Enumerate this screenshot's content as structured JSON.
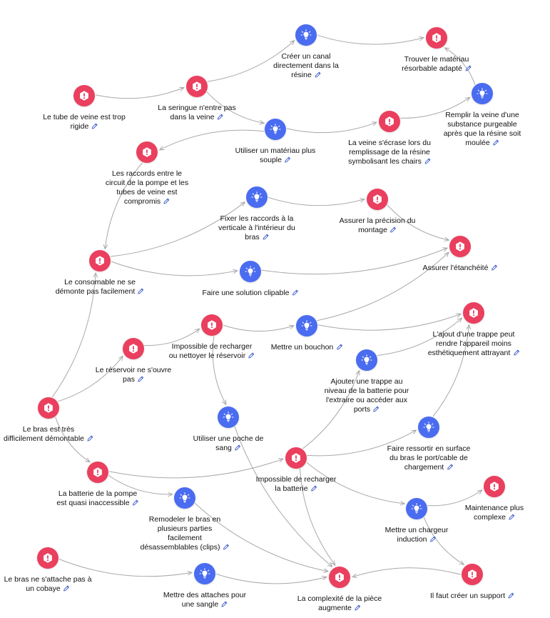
{
  "colors": {
    "problem": "#ea3f5e",
    "idea": "#4a6cf0",
    "edge": "#a8a8a8",
    "pencil": "#3a5ccc"
  },
  "icons": {
    "problem": "exclamation-hexagon-icon",
    "idea": "lightbulb-icon",
    "edit": "pencil-icon"
  },
  "nodes": [
    {
      "id": "n1",
      "type": "problem",
      "label": "Le tube de veine est trop rigide",
      "lines": [
        "Le tube de veine est trop",
        "rigide"
      ]
    },
    {
      "id": "n2",
      "type": "problem",
      "label": "La seringue n'entre pas dans la veine",
      "lines": [
        "La seringue n'entre pas",
        "dans la veine"
      ]
    },
    {
      "id": "n3",
      "type": "idea",
      "label": "Créer un canal directement dans la résine",
      "lines": [
        "Créer un canal",
        "directement dans la",
        "résine"
      ]
    },
    {
      "id": "n4",
      "type": "problem",
      "label": "Trouver le matériau résorbable adapté",
      "lines": [
        "Trouver le matériau",
        "résorbable adapté"
      ]
    },
    {
      "id": "n5",
      "type": "idea",
      "label": "Remplir la veine d'une substance purgeable après que la résine soit moulée",
      "lines": [
        "Remplir la veine d'une",
        "substance purgeable",
        "après que la résine soit",
        "moulée"
      ]
    },
    {
      "id": "n6",
      "type": "idea",
      "label": "Utiliser un matériau plus souple",
      "lines": [
        "Utiliser un matériau plus",
        "souple"
      ]
    },
    {
      "id": "n7",
      "type": "problem",
      "label": "La veine s'écrase lors du remplissage de la résine symbolisant les chairs",
      "lines": [
        "La veine s'écrase lors du",
        "remplissage de la résine",
        "symbolisant les chairs"
      ]
    },
    {
      "id": "n8",
      "type": "problem",
      "label": "Les raccords entre le circuit de la pompe et les tubes de veine est compromis",
      "lines": [
        "Les raccords entre le",
        "circuit de la pompe et les",
        "tubes de veine est",
        "compromis"
      ]
    },
    {
      "id": "n9",
      "type": "idea",
      "label": "Fixer les raccords à la verticale à l'intérieur du bras",
      "lines": [
        "Fixer les raccords à la",
        "verticale à l'intérieur du",
        "bras"
      ]
    },
    {
      "id": "n10",
      "type": "problem",
      "label": "Assurer la précision du montage",
      "lines": [
        "Assurer la précision du",
        "montage"
      ]
    },
    {
      "id": "n11",
      "type": "problem",
      "label": "Assurer l'étanchéité",
      "lines": [
        "Assurer l'étanchéité"
      ]
    },
    {
      "id": "n12",
      "type": "problem",
      "label": "Le consomable ne se démonte pas facilement",
      "lines": [
        "Le consomable ne se",
        "démonte pas facilement"
      ]
    },
    {
      "id": "n13",
      "type": "idea",
      "label": "Faire une solution clipable",
      "lines": [
        "Faire une solution clipable"
      ]
    },
    {
      "id": "n14",
      "type": "problem",
      "label": "Impossible de recharger ou nettoyer le réservoir",
      "lines": [
        "Impossible de recharger",
        "ou nettoyer le réservoir"
      ]
    },
    {
      "id": "n15",
      "type": "idea",
      "label": "Mettre un bouchon",
      "lines": [
        "Mettre un bouchon"
      ]
    },
    {
      "id": "n16",
      "type": "problem",
      "label": "L'ajout d'une trappe peut rendre l'appareil moins esthétiquement attrayant",
      "lines": [
        "L'ajout d'une trappe peut",
        "rendre l'appareil moins",
        "esthétiquement attrayant"
      ]
    },
    {
      "id": "n17",
      "type": "problem",
      "label": "Le réservoir ne s'ouvre pas",
      "lines": [
        "Le réservoir ne s'ouvre",
        "pas"
      ]
    },
    {
      "id": "n18",
      "type": "idea",
      "label": "Ajouter une trappe au niveau de la batterie pour l'extraire ou accéder aux ports",
      "lines": [
        "Ajouter une trappe au",
        "niveau de la batterie pour",
        "l'extraire ou accéder aux",
        "ports"
      ]
    },
    {
      "id": "n19",
      "type": "problem",
      "label": "Le bras est très difficilement démontable",
      "lines": [
        "Le bras est très",
        "difficilement démontable"
      ]
    },
    {
      "id": "n20",
      "type": "idea",
      "label": "Utiliser une poche de sang",
      "lines": [
        "Utiliser une poche de",
        "sang"
      ]
    },
    {
      "id": "n21",
      "type": "idea",
      "label": "Faire ressortir en surface du bras le port/cable de chargement",
      "lines": [
        "Faire ressortir en surface",
        "du bras le port/cable de",
        "chargement"
      ]
    },
    {
      "id": "n22",
      "type": "problem",
      "label": "Impossible de recharger la batterie",
      "lines": [
        "Impossible de recharger",
        "la batterie"
      ]
    },
    {
      "id": "n23",
      "type": "problem",
      "label": "La batterie de la pompe est quasi inaccessible",
      "lines": [
        "La batterie de la pompe",
        "est quasi inaccessible"
      ]
    },
    {
      "id": "n24",
      "type": "problem",
      "label": "Maintenance plus complexe",
      "lines": [
        "Maintenance plus",
        "complexe"
      ]
    },
    {
      "id": "n25",
      "type": "idea",
      "label": "Remodeler le bras en plusieurs parties facilement désassemblables (clips)",
      "lines": [
        "Remodeler le bras en",
        "plusieurs parties",
        "facilement",
        "désassemblables (clips)"
      ]
    },
    {
      "id": "n26",
      "type": "idea",
      "label": "Mettre un chargeur induction",
      "lines": [
        "Mettre un chargeur",
        "induction"
      ]
    },
    {
      "id": "n27",
      "type": "problem",
      "label": "Le bras ne s'attache pas à un cobaye",
      "lines": [
        "Le bras ne s'attache pas à",
        "un cobaye"
      ]
    },
    {
      "id": "n28",
      "type": "idea",
      "label": "Mettre des attaches pour une sangle",
      "lines": [
        "Mettre des attaches pour",
        "une sangle"
      ]
    },
    {
      "id": "n29",
      "type": "problem",
      "label": "La complexité de la pièce augmente",
      "lines": [
        "La complexité de la pièce",
        "augmente"
      ]
    },
    {
      "id": "n30",
      "type": "problem",
      "label": "Il faut créer un support",
      "lines": [
        "Il faut créer un support"
      ]
    }
  ],
  "edges": [
    [
      "n1",
      "n2"
    ],
    [
      "n2",
      "n3"
    ],
    [
      "n3",
      "n4"
    ],
    [
      "n5",
      "n4"
    ],
    [
      "n2",
      "n6"
    ],
    [
      "n6",
      "n7"
    ],
    [
      "n7",
      "n5"
    ],
    [
      "n6",
      "n8"
    ],
    [
      "n8",
      "n12"
    ],
    [
      "n12",
      "n9"
    ],
    [
      "n9",
      "n10"
    ],
    [
      "n10",
      "n11"
    ],
    [
      "n12",
      "n13"
    ],
    [
      "n13",
      "n11"
    ],
    [
      "n15",
      "n11"
    ],
    [
      "n19",
      "n12"
    ],
    [
      "n19",
      "n17"
    ],
    [
      "n17",
      "n14"
    ],
    [
      "n14",
      "n15"
    ],
    [
      "n14",
      "n20"
    ],
    [
      "n15",
      "n16"
    ],
    [
      "n18",
      "n16"
    ],
    [
      "n21",
      "n16"
    ],
    [
      "n19",
      "n23"
    ],
    [
      "n23",
      "n22"
    ],
    [
      "n22",
      "n18"
    ],
    [
      "n22",
      "n21"
    ],
    [
      "n22",
      "n26"
    ],
    [
      "n23",
      "n25"
    ],
    [
      "n26",
      "n24"
    ],
    [
      "n26",
      "n30"
    ],
    [
      "n30",
      "n29"
    ],
    [
      "n20",
      "n29"
    ],
    [
      "n22",
      "n29"
    ],
    [
      "n25",
      "n29"
    ],
    [
      "n28",
      "n29"
    ],
    [
      "n27",
      "n28"
    ]
  ]
}
